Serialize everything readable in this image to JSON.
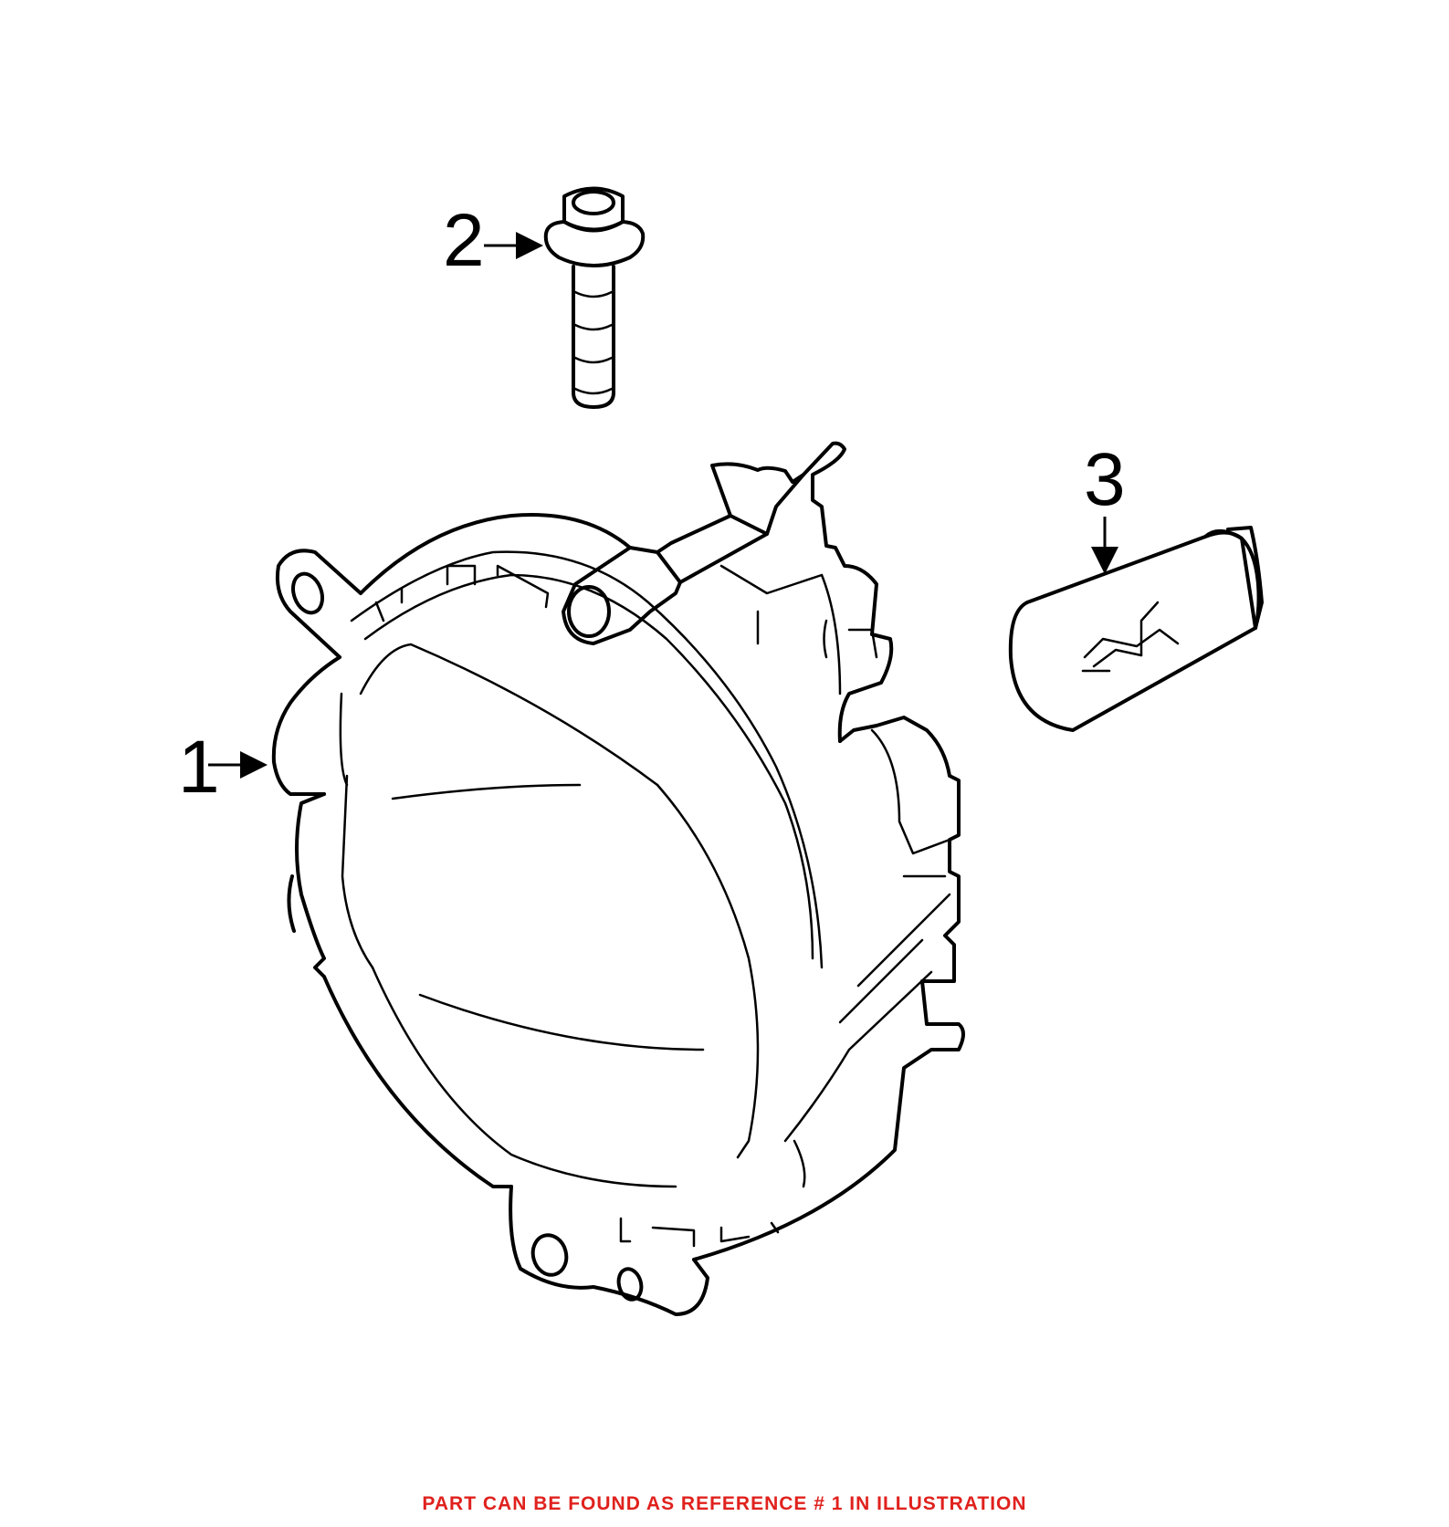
{
  "callouts": [
    {
      "id": "1",
      "label": "1"
    },
    {
      "id": "2",
      "label": "2"
    },
    {
      "id": "3",
      "label": "3"
    }
  ],
  "footer": {
    "text": "PART CAN BE FOUND AS REFERENCE # 1 IN ILLUSTRATION",
    "color": "#e0211d"
  },
  "parts": [
    {
      "ref": "1",
      "icon": "fog-lamp-icon"
    },
    {
      "ref": "2",
      "icon": "bolt-icon"
    },
    {
      "ref": "3",
      "icon": "bulb-icon"
    }
  ]
}
